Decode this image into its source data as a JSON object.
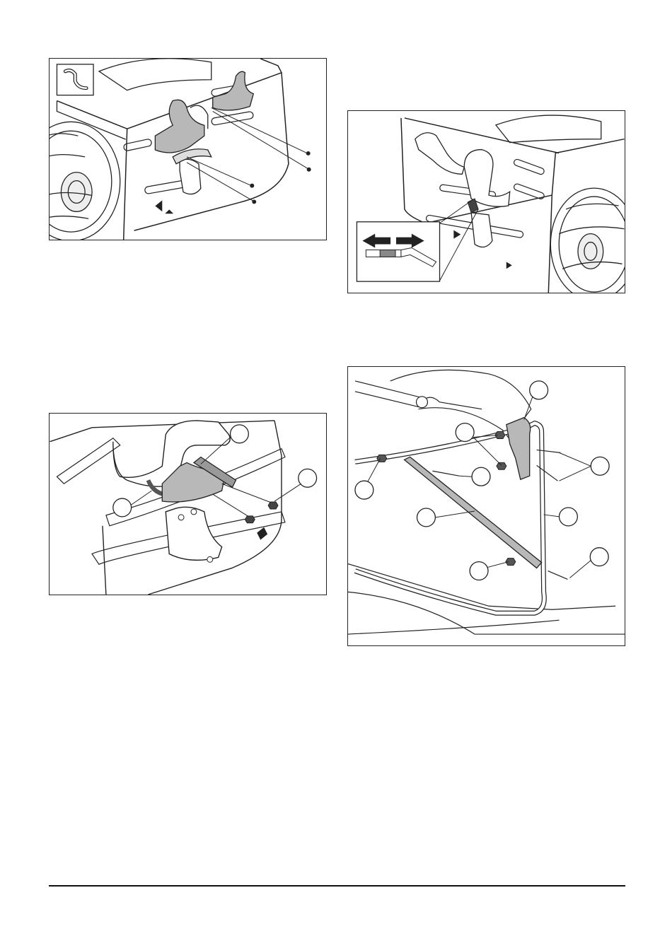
{
  "page": {
    "figures": [
      {
        "id": "fig1",
        "name": "figure-hitch-brackets-mounting",
        "inset_icon": "bracket-symbol-icon"
      },
      {
        "id": "fig2",
        "name": "figure-hitch-pin-adjustment",
        "inset_icon": "push-pull-arrows-icon"
      },
      {
        "id": "fig3",
        "name": "figure-hitch-bracket-bolting"
      },
      {
        "id": "fig4",
        "name": "figure-deflector-frame-assembly"
      }
    ],
    "colors": {
      "line": "#222222",
      "part_fill": "#b8b8b8",
      "part_dark": "#8a8a8a",
      "body_fill": "#ffffff"
    }
  }
}
